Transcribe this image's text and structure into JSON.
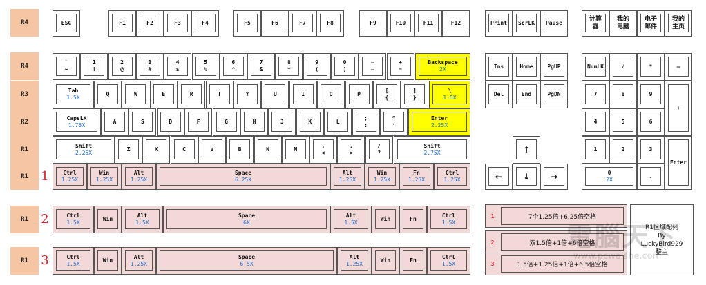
{
  "row_labels": {
    "fn": "R4",
    "num": "R4",
    "q": "R3",
    "a": "R2",
    "z": "R1",
    "bottom": "R1",
    "alt1": "R1",
    "alt2": "R1"
  },
  "variant_numbers": [
    "1",
    "2",
    "3"
  ],
  "keys": {
    "esc": "ESC",
    "f": [
      "F1",
      "F2",
      "F3",
      "F4",
      "F5",
      "F6",
      "F7",
      "F8",
      "F9",
      "F10",
      "F11",
      "F12"
    ],
    "print": "Print",
    "scrlk": "ScrLK",
    "pause": "Pause",
    "calc": "计算\n器",
    "mycomputer": "我的\n电脑",
    "email": "电子\n邮件",
    "homepage": "我的\n主页",
    "num_row": [
      "`\n~",
      "1\n!",
      "2\n@",
      "3\n#",
      "4\n$",
      "5\n%",
      "6\n^",
      "7\n&",
      "8\n*",
      "9\n(",
      "0\n)",
      "—\n—",
      "+\n="
    ],
    "backspace": "Backspace",
    "backspace_size": "2X",
    "tab": "Tab",
    "tab_size": "1.5X",
    "q_row": [
      "Q",
      "W",
      "E",
      "R",
      "T",
      "Y",
      "U",
      "I",
      "O",
      "P",
      "[\n{",
      "]\n}"
    ],
    "backslash": "\\",
    "backslash_size": "1.5X",
    "capslk": "CapsLK",
    "capslk_size": "1.75X",
    "a_row": [
      "A",
      "S",
      "D",
      "F",
      "G",
      "H",
      "J",
      "K",
      "L",
      ";\n:",
      "“\n‘"
    ],
    "enter": "Enter",
    "enter_size": "2.25X",
    "shift_l": "Shift",
    "shift_l_size": "2.25X",
    "z_row": [
      "Z",
      "X",
      "C",
      "V",
      "B",
      "N",
      "M",
      ",\n<",
      ".\n>",
      "/\n?"
    ],
    "shift_r": "Shift",
    "shift_r_size": "2.75X",
    "ins": "Ins",
    "home": "Home",
    "pgup": "PgUP",
    "del": "Del",
    "end": "End",
    "pgdn": "PgDN",
    "up": "↑",
    "left": "←",
    "down": "↓",
    "right": "→",
    "numlk": "NumLK",
    "slash": "/",
    "star": "*",
    "minus": "–",
    "n7": "7",
    "n8": "8",
    "n9": "9",
    "plus": "+",
    "n4": "4",
    "n5": "5",
    "n6": "6",
    "n1": "1",
    "n2": "2",
    "n3": "3",
    "npenter": "Enter",
    "n0": "0",
    "n0_size": "2X",
    "dot": "."
  },
  "bottom_rows": [
    [
      {
        "label": "Ctrl",
        "size": "1.25X"
      },
      {
        "label": "Win",
        "size": "1.25X"
      },
      {
        "label": "Alt",
        "size": "1.25X"
      },
      {
        "label": "Space",
        "size": "6.25X"
      },
      {
        "label": "Alt",
        "size": "1.25X"
      },
      {
        "label": "Win",
        "size": "1.25X"
      },
      {
        "label": "Fn",
        "size": "1.25X"
      },
      {
        "label": "Ctrl",
        "size": "1.25X"
      }
    ],
    [
      {
        "label": "Ctrl",
        "size": "1.5X"
      },
      {
        "label": "Win",
        "size": ""
      },
      {
        "label": "Alt",
        "size": "1.5X"
      },
      {
        "label": "Space",
        "size": "6X"
      },
      {
        "label": "Alt",
        "size": "1.5X"
      },
      {
        "label": "Win",
        "size": ""
      },
      {
        "label": "Fn",
        "size": ""
      },
      {
        "label": "Ctrl",
        "size": "1.5X"
      }
    ],
    [
      {
        "label": "Ctrl",
        "size": "1.5X"
      },
      {
        "label": "Win",
        "size": ""
      },
      {
        "label": "Alt",
        "size": "1.25X"
      },
      {
        "label": "Space",
        "size": "6.5X"
      },
      {
        "label": "Alt",
        "size": "1.25X"
      },
      {
        "label": "Win",
        "size": ""
      },
      {
        "label": "Fn",
        "size": ""
      },
      {
        "label": "Ctrl",
        "size": "1.5X"
      }
    ]
  ],
  "legend": [
    {
      "num": "1",
      "text": "7个1.25倍+6.25倍空格"
    },
    {
      "num": "2",
      "text": "双1.5倍+1倍+6倍空格"
    },
    {
      "num": "3",
      "text": "1.5倍+1.25倍+1倍+6.5倍空格"
    }
  ],
  "credit": [
    "R1区域配列",
    "By",
    "LuckyBird929",
    "整主"
  ],
  "watermark": {
    "big": "電腦天下",
    "small": "www.pcwaishe.com"
  },
  "colors": {
    "row_label": "#f6c6a4",
    "pink": "#f3d8d8",
    "yellow": "#ffff00",
    "size_text": "#1a6fd3",
    "variant_num": "#e0202c"
  }
}
